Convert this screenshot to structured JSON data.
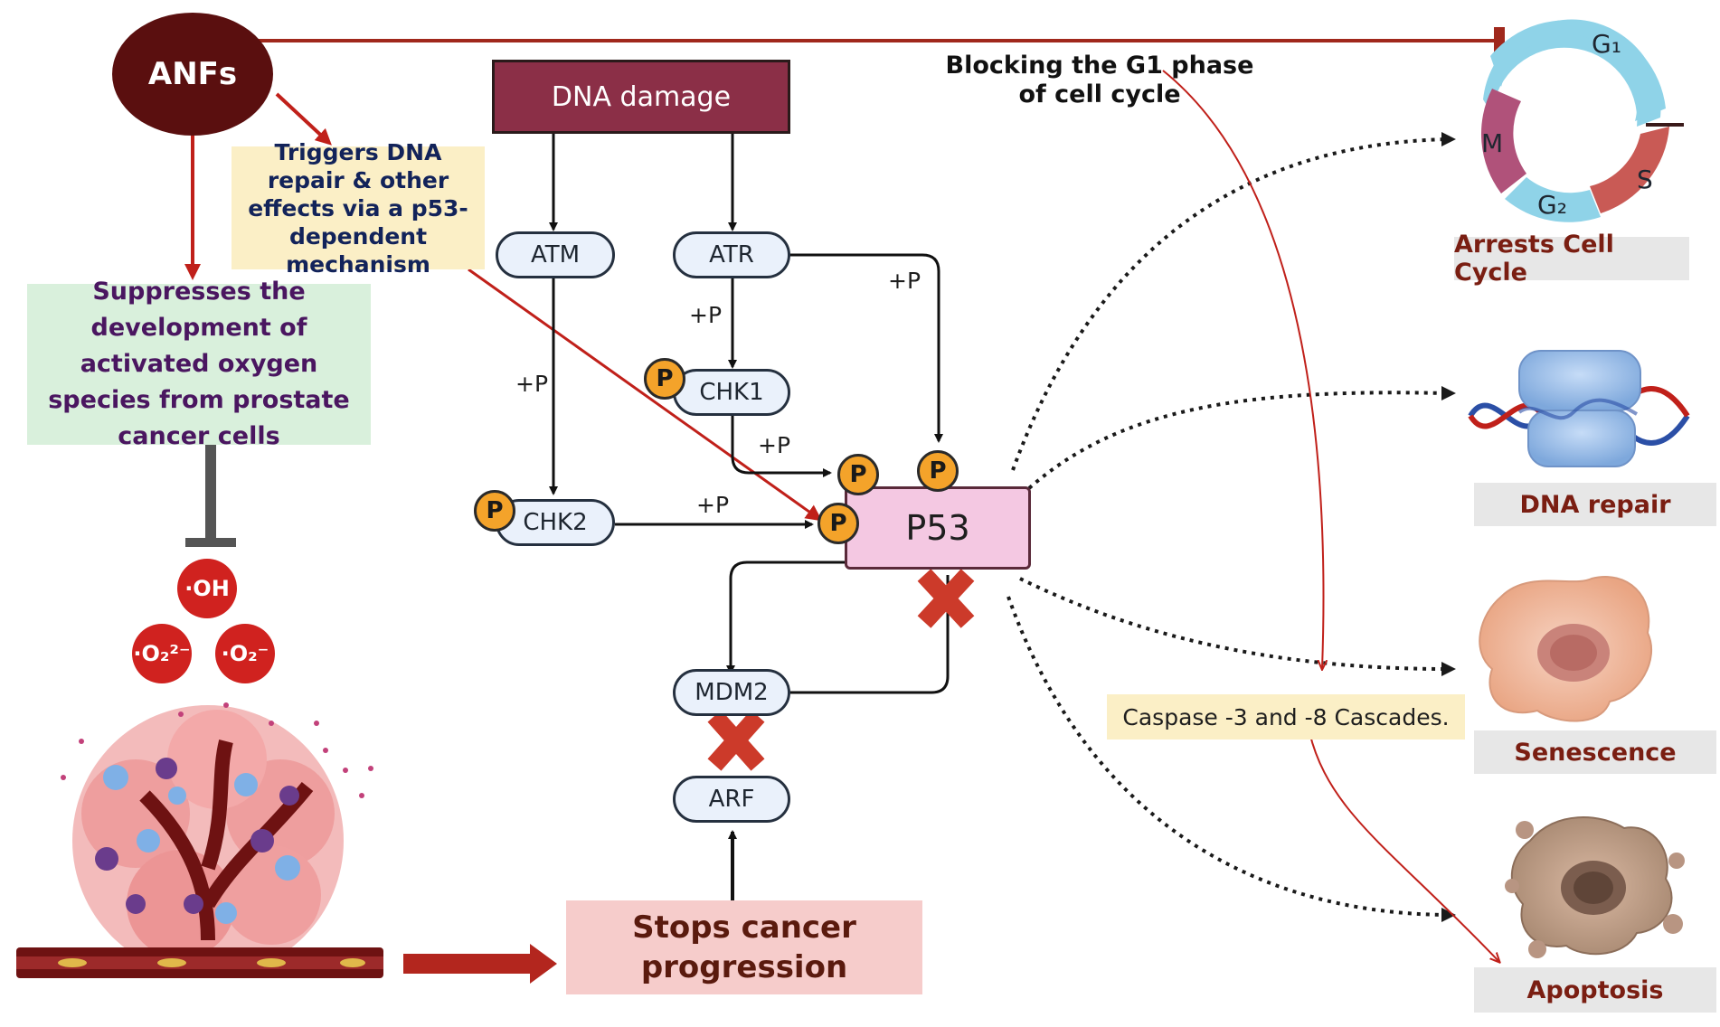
{
  "anfs_label": "ANFs",
  "blocking_label": "Blocking the G1 phase of cell cycle",
  "trigger_note": "Triggers DNA repair & other effects via a p53-dependent mechanism",
  "suppress_note": "Suppresses the development of activated oxygen species from prostate cancer cells",
  "dna_damage_label": "DNA damage",
  "nodes": {
    "atm": "ATM",
    "atr": "ATR",
    "chk1": "CHK1",
    "chk2": "CHK2",
    "p53": "P53",
    "mdm2": "MDM2",
    "arf": "ARF"
  },
  "phospho_badge": "P",
  "phospho_label": "+P",
  "radicals": {
    "oh": "·OH",
    "o2_2minus": "·O₂²⁻",
    "o2_minus": "·O₂⁻"
  },
  "stops_label": "Stops cancer progression",
  "caspase_label": "Caspase -3 and -8 Cascades.",
  "cell_cycle_phases": {
    "g1": "G₁",
    "s": "S",
    "g2": "G₂",
    "m": "M"
  },
  "outcomes": {
    "arrest": "Arrests Cell Cycle",
    "repair": "DNA repair",
    "senescence": "Senescence",
    "apoptosis": "Apoptosis"
  },
  "colors": {
    "dark_red": "#5a0f0f",
    "arrow_red": "#c0201a",
    "dna_damage_box": "#8b2f47",
    "note_yellow": "#fbefc6",
    "note_green": "#d9f0dc",
    "stops_box": "#f6cccb",
    "p53_box": "#f4c8e2",
    "pill_fill": "#eaf1fb",
    "badge_orange": "#f4a32a",
    "x_mark": "#cc3a2a",
    "outcome_text": "#7a1e12",
    "cycle_blue": "#8fd3e8",
    "cycle_magenta": "#b0527a",
    "cycle_salmon": "#c95a55"
  }
}
